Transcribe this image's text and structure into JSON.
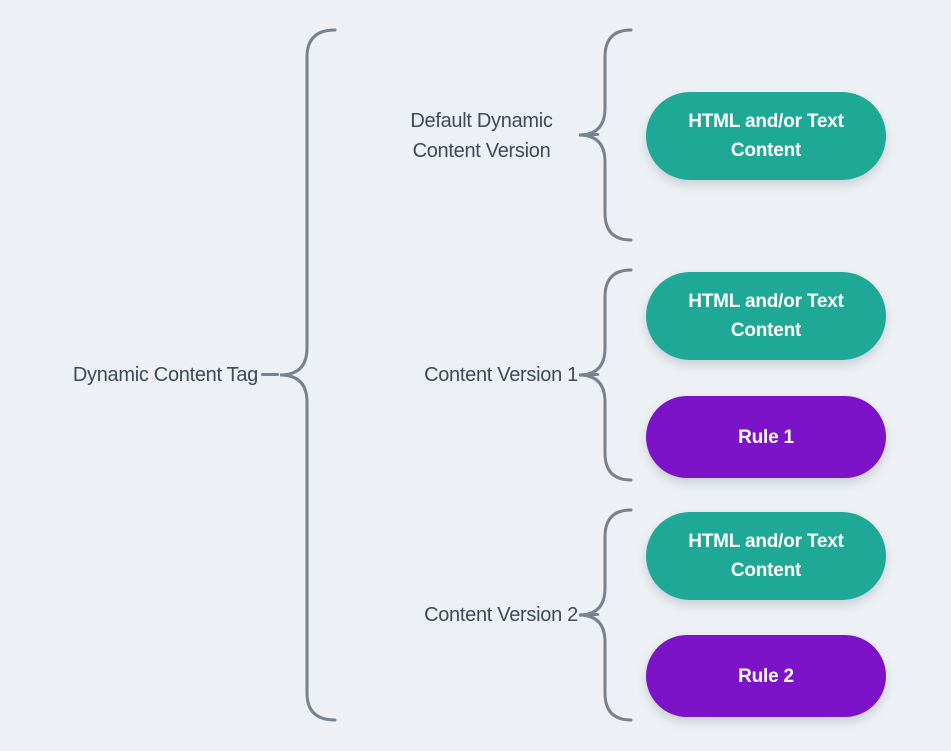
{
  "colors": {
    "background": "#edf1f5",
    "teal": "#1ea896",
    "purple": "#7c13c9",
    "label_text": "#3d4a57",
    "brace": "#76828f",
    "pill_text": "#ffffff"
  },
  "diagram": {
    "root": {
      "label": "Dynamic Content Tag"
    },
    "branches": [
      {
        "label": "Default Dynamic Content Version",
        "children": [
          {
            "type": "content",
            "label": "HTML and/or Text Content"
          }
        ]
      },
      {
        "label": "Content Version 1",
        "children": [
          {
            "type": "content",
            "label": "HTML and/or Text Content"
          },
          {
            "type": "rule",
            "label": "Rule 1"
          }
        ]
      },
      {
        "label": "Content Version 2",
        "children": [
          {
            "type": "content",
            "label": "HTML and/or Text Content"
          },
          {
            "type": "rule",
            "label": "Rule 2"
          }
        ]
      }
    ]
  }
}
